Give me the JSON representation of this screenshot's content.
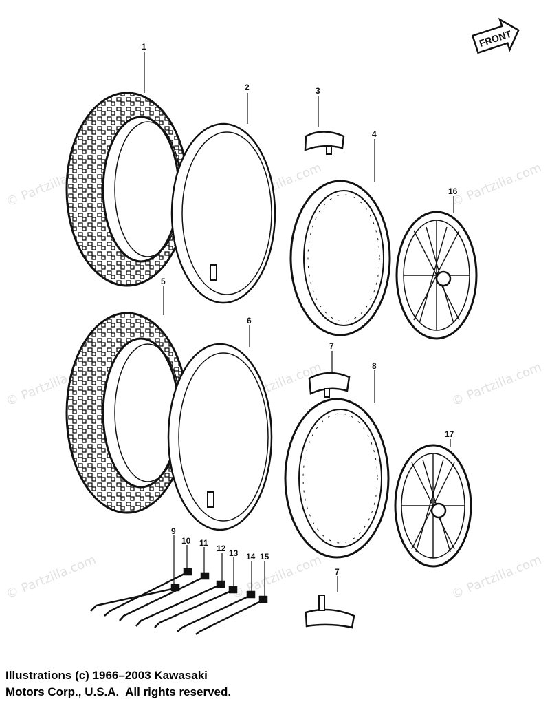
{
  "diagram": {
    "front_label": "FRONT",
    "watermark_text": "© Partzilla.com",
    "callouts": [
      "1",
      "2",
      "3",
      "4",
      "5",
      "6",
      "7",
      "8",
      "9",
      "10",
      "11",
      "12",
      "13",
      "14",
      "15",
      "16",
      "17",
      "7"
    ],
    "ink_color": "#111111",
    "watermark_color": "#c9c9c9"
  },
  "caption": {
    "line1": "Illustrations (c) 1966–2003 Kawasaki",
    "line2": "Motors Corp., U.S.A.  All rights reserved."
  }
}
